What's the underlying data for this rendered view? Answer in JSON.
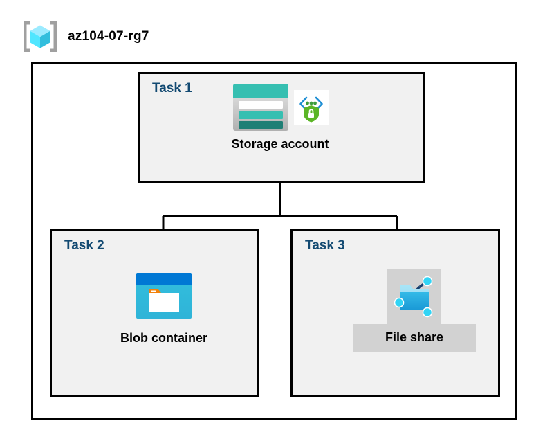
{
  "diagram": {
    "type": "azure-architecture",
    "resource_group": {
      "icon": "resource-group-cube-icon",
      "name": "az104-07-rg7"
    },
    "tasks": [
      {
        "label": "Task 1",
        "node": {
          "caption": "Storage account",
          "icons": [
            "storage-account-icon",
            "security-shield-endpoint-icon"
          ]
        }
      },
      {
        "label": "Task 2",
        "node": {
          "caption": "Blob container",
          "icons": [
            "blob-container-icon"
          ]
        }
      },
      {
        "label": "Task 3",
        "node": {
          "caption": "File share",
          "icons": [
            "file-share-folder-icon"
          ]
        }
      }
    ],
    "connections": [
      {
        "from": "Task 1",
        "to": "Task 2"
      },
      {
        "from": "Task 1",
        "to": "Task 3"
      }
    ],
    "colors": {
      "task_label": "#134a72",
      "task_fill": "#f1f1f1",
      "border": "#000000",
      "storage_teal": "#36bfb1",
      "storage_teal_dark": "#1f7f75",
      "blob_blue": "#32bedd",
      "blob_header_blue": "#0078d4",
      "shield_green": "#5bb526",
      "plate_gray": "#d2d2d2",
      "cube_cyan": "#50e6ff"
    }
  }
}
